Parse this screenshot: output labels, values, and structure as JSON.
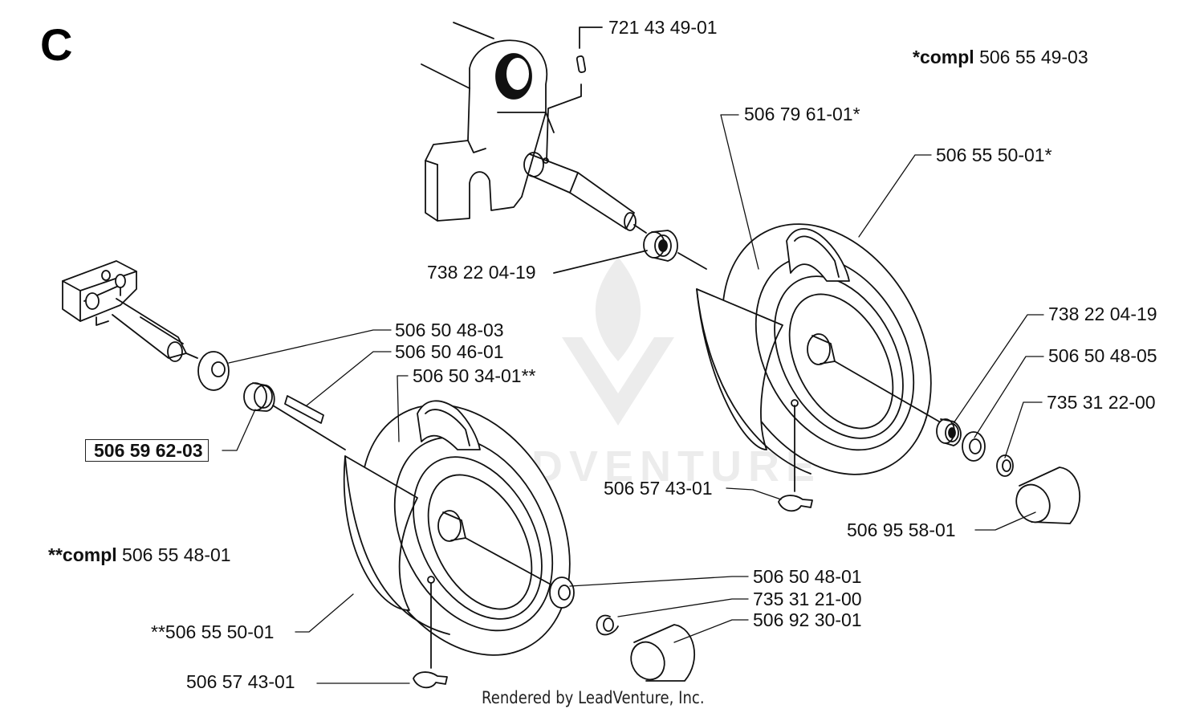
{
  "section_letter": "C",
  "kits": {
    "star": {
      "prefix": "*compl",
      "number": "506 55 49-03"
    },
    "double_star": {
      "prefix": "**compl",
      "number": "506 55 48-01"
    }
  },
  "callouts": {
    "p_721_43_49_01": "721 43 49-01",
    "p_506_79_61_01": "506 79 61-01*",
    "p_506_55_50_01_star": "506 55 50-01*",
    "p_738_22_04_19_upper": "738 22 04-19",
    "p_738_22_04_19_right": "738 22 04-19",
    "p_506_50_48_05": "506 50 48-05",
    "p_735_31_22_00": "735 31 22-00",
    "p_506_57_43_01_right": "506 57 43-01",
    "p_506_95_58_01": "506 95 58-01",
    "p_506_50_48_03": "506 50 48-03",
    "p_506_50_46_01": "506 50 46-01",
    "p_506_50_34_01": "506 50 34-01**",
    "p_506_59_62_03": "506 59 62-03",
    "p_506_50_48_01": "506 50 48-01",
    "p_735_31_21_00": "735 31 21-00",
    "p_506_92_30_01": "506 92 30-01",
    "p_506_55_50_01_dstar": "**506 55 50-01",
    "p_506_57_43_01_left": "506 57 43-01"
  },
  "footer": "Rendered by LeadVenture, Inc.",
  "watermark": "LEADVENTURE",
  "colors": {
    "ink": "#111111",
    "paper": "#ffffff"
  }
}
